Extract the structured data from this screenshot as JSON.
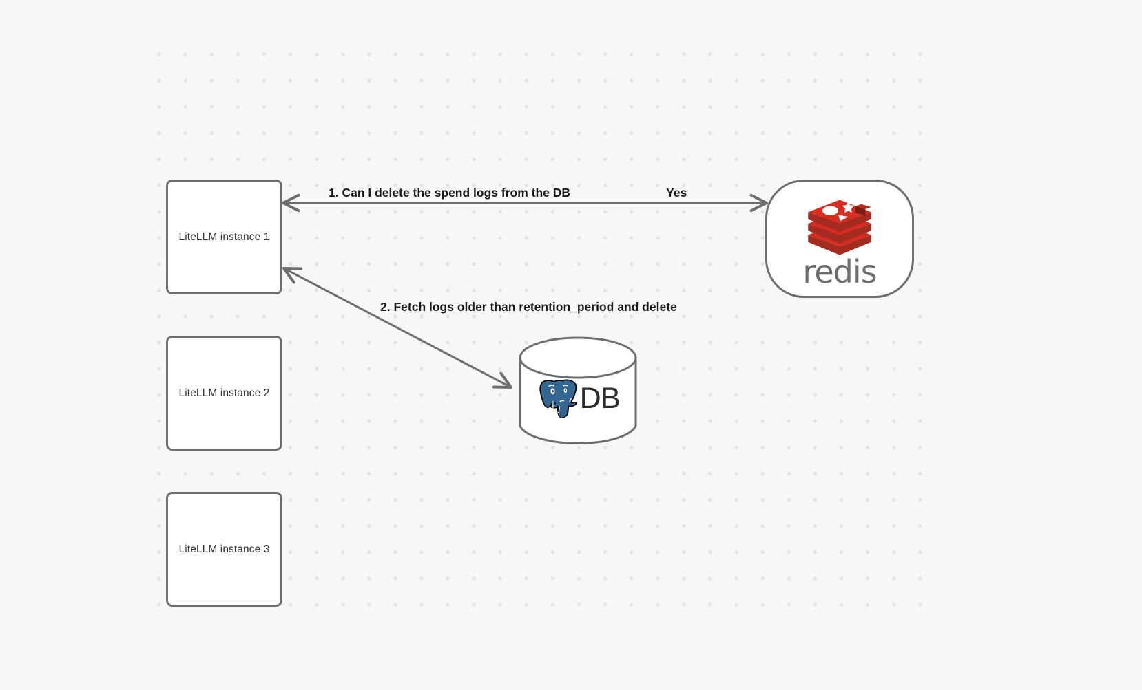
{
  "canvas": {
    "background_color": "#f7f7f7",
    "grid_dot_color": "#e4e4e4",
    "stroke_color": "#6e6e6e"
  },
  "nodes": [
    {
      "id": "litellm-1",
      "label": "LiteLLM instance 1",
      "shape": "rounded-rect"
    },
    {
      "id": "litellm-2",
      "label": "LiteLLM instance 2",
      "shape": "rounded-rect"
    },
    {
      "id": "litellm-3",
      "label": "LiteLLM instance 3",
      "shape": "rounded-rect"
    },
    {
      "id": "redis",
      "label": "redis",
      "shape": "stadium",
      "logo": "redis-logo-icon",
      "logo_color": "#d82c20"
    },
    {
      "id": "db",
      "label": "DB",
      "shape": "cylinder",
      "logo": "postgresql-elephant-icon",
      "logo_color": "#336791"
    }
  ],
  "edges": [
    {
      "id": "edge-1",
      "from": "litellm-1",
      "to": "redis",
      "label": "1.  Can I delete the spend logs from the DB",
      "answer_label": "Yes",
      "direction": "bidirectional"
    },
    {
      "id": "edge-2",
      "from": "litellm-1",
      "to": "db",
      "label": "2.  Fetch logs older than retention_period and delete",
      "direction": "bidirectional"
    }
  ]
}
